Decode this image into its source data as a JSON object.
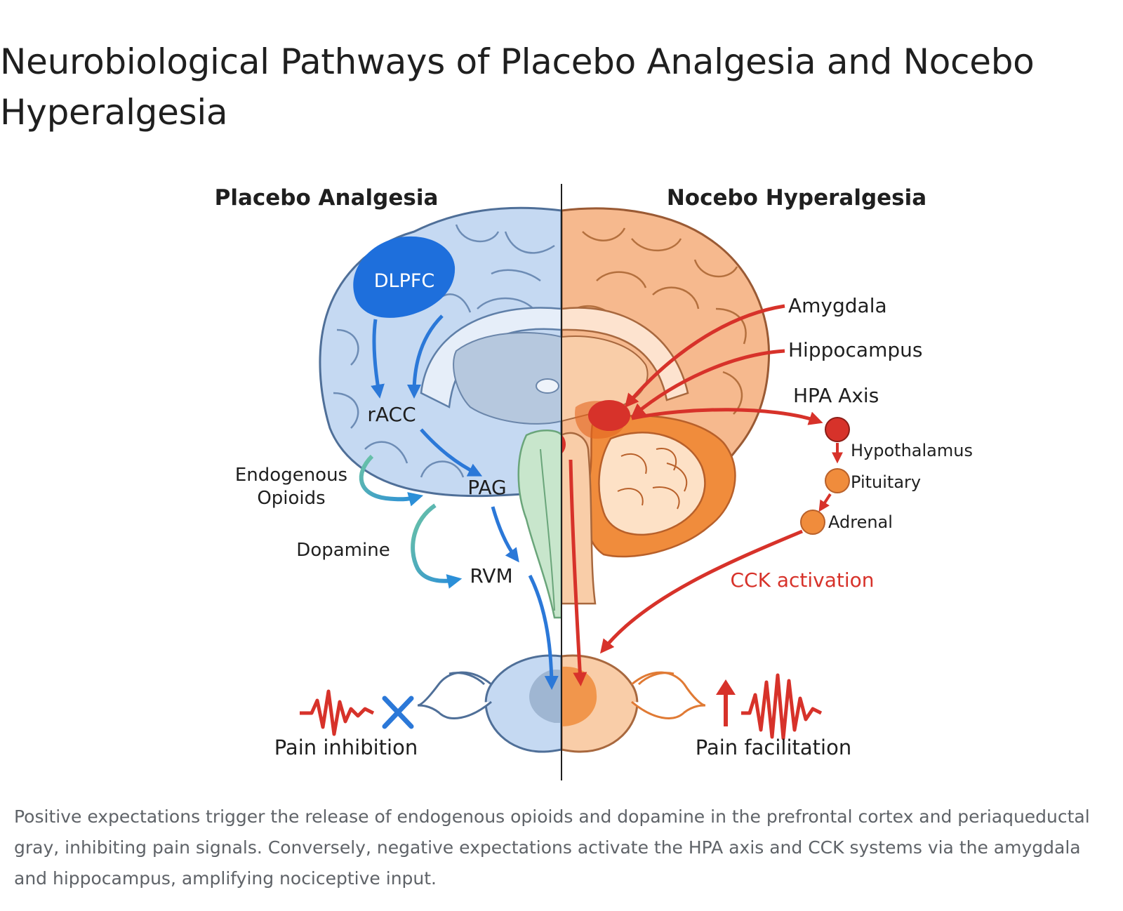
{
  "title": "Neurobiological Pathways of Placebo Analgesia and Nocebo Hyperalgesia",
  "diagram": {
    "left_heading": "Placebo Analgesia",
    "right_heading": "Nocebo Hyperalgesia",
    "placebo": {
      "dlpfc": "DLPFC",
      "racc": "rACC",
      "pag": "PAG",
      "rvm": "RVM",
      "opioids_line1": "Endogenous",
      "opioids_line2": "Opioids",
      "dopamine": "Dopamine",
      "outcome": "Pain inhibition"
    },
    "nocebo": {
      "amygdala": "Amygdala",
      "hippocampus": "Hippocampus",
      "hpa_axis": "HPA Axis",
      "hypothalamus": "Hypothalamus",
      "pituitary": "Pituitary",
      "adrenal": "Adrenal",
      "cck": "CCK activation",
      "outcome": "Pain facilitation"
    },
    "colors": {
      "placebo_brain": "#c5d9f2",
      "placebo_accent": "#2b78d8",
      "dlpfc_fill": "#1e6fdc",
      "nocebo_brain": "#f6b98e",
      "nocebo_accent": "#d7322a",
      "cerebellum_ring": "#f08c3c",
      "brainstem": "#c8e6cc",
      "pathway_teal": "#5ab4a0"
    }
  },
  "caption": "Positive expectations trigger the release of endogenous opioids and dopamine in the prefrontal cortex and periaqueductal gray, inhibiting pain signals. Conversely, negative expectations activate the HPA axis and CCK systems via the amygdala and hippocampus, amplifying nociceptive input."
}
